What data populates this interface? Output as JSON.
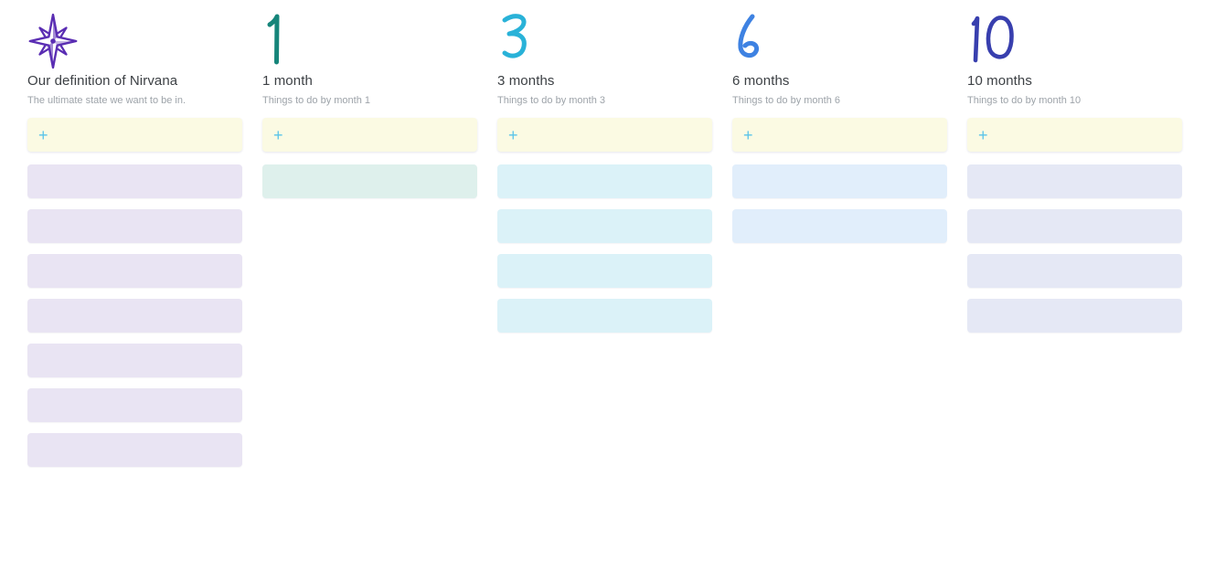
{
  "board": {
    "background": "#ffffff",
    "add_card": {
      "plus_icon": "+",
      "background": "#fbfae3",
      "plus_color": "#5ac4e9"
    },
    "columns": [
      {
        "id": "nirvana",
        "icon": "compass-star-doodle-icon",
        "icon_color": "#5a2db3",
        "title": "Our definition of Nirvana",
        "subtitle": "The ultimate state we want to be in.",
        "card_color": "#e9e4f3",
        "card_count": 7
      },
      {
        "id": "month-1",
        "icon": "handwritten-number-1-icon",
        "icon_color": "#16857a",
        "title": "1 month",
        "subtitle": "Things to do by month 1",
        "card_color": "#def0ec",
        "card_count": 1
      },
      {
        "id": "month-3",
        "icon": "handwritten-number-3-icon",
        "icon_color": "#29b2d8",
        "title": "3 months",
        "subtitle": "Things to do by month 3",
        "card_color": "#dbf2f8",
        "card_count": 4
      },
      {
        "id": "month-6",
        "icon": "handwritten-number-6-icon",
        "icon_color": "#3e82e2",
        "title": "6 months",
        "subtitle": "Things to do by month 6",
        "card_color": "#e1eefb",
        "card_count": 2
      },
      {
        "id": "month-10",
        "icon": "handwritten-number-10-icon",
        "icon_color": "#383fae",
        "title": "10 months",
        "subtitle": "Things to do by month 10",
        "card_color": "#e5e8f5",
        "card_count": 4
      }
    ]
  }
}
